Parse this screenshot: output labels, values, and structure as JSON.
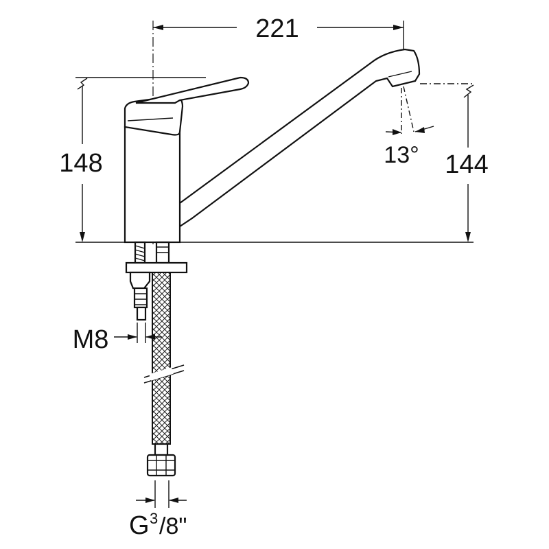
{
  "dimensions": {
    "width_label": "221",
    "height_body_label": "148",
    "height_spout_label": "144",
    "angle_label": "13°",
    "mount_thread_label": "M8",
    "hose_thread_main": "G",
    "hose_thread_num": "3",
    "hose_thread_den": "/8\""
  },
  "colors": {
    "ink": "#111111",
    "background": "#ffffff"
  }
}
